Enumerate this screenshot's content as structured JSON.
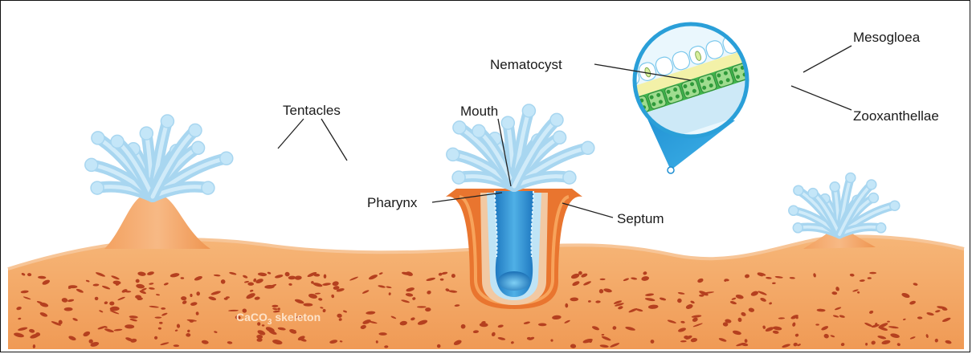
{
  "labels": {
    "tentacles": "Tentacles",
    "mouth": "Mouth",
    "pharynx": "Pharynx",
    "septum": "Septum",
    "nematocyst": "Nematocyst",
    "mesogloea": "Mesogloea",
    "zooxanthellae": "Zooxanthellae",
    "skeleton": {
      "prefix": "CaCO",
      "subscript": "3",
      "suffix": " skeleton"
    }
  },
  "colors": {
    "tissue": "#f2a35e",
    "tissue_dark": "#e07b3a",
    "skeleton_spots": "#b5401f",
    "tentacle": "#a8d6f0",
    "tentacle_edge": "#d9f0fb",
    "pharynx": "#2a8fd0",
    "magnifier": "#2a9fd8",
    "zooxanthellae": "#3fb34a",
    "mesogloea": "#f3f1a8"
  }
}
